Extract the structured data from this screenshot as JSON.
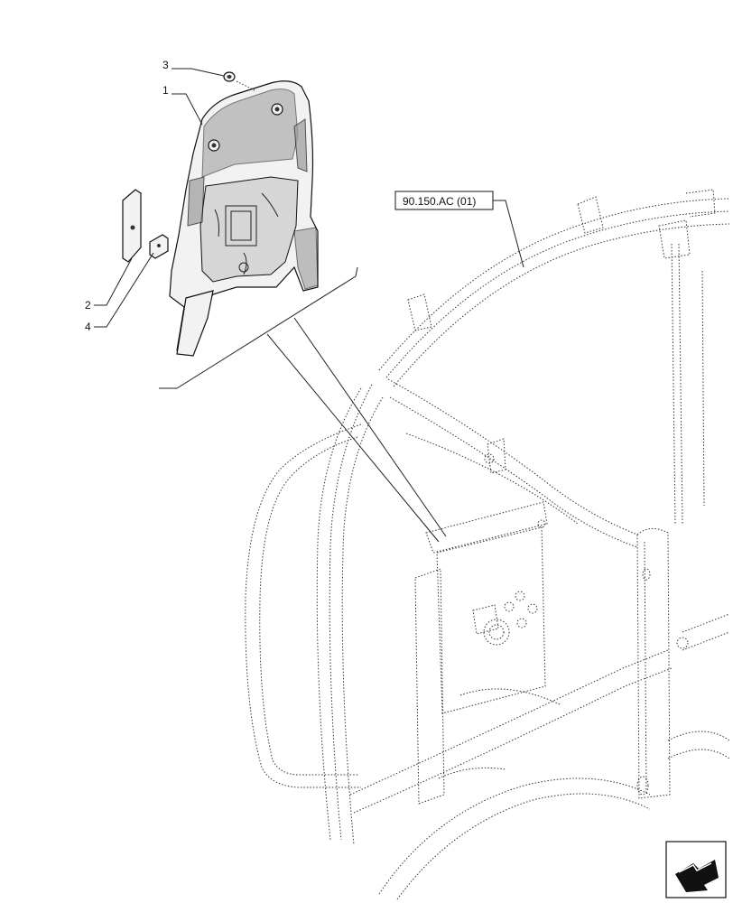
{
  "callouts": [
    {
      "id": "1",
      "label": "1"
    },
    {
      "id": "2",
      "label": "2"
    },
    {
      "id": "3",
      "label": "3"
    },
    {
      "id": "4",
      "label": "4"
    }
  ],
  "reference": {
    "label": "90.150.AC (01)"
  },
  "nav_icon": {
    "name": "previous-page-arrow-icon"
  }
}
